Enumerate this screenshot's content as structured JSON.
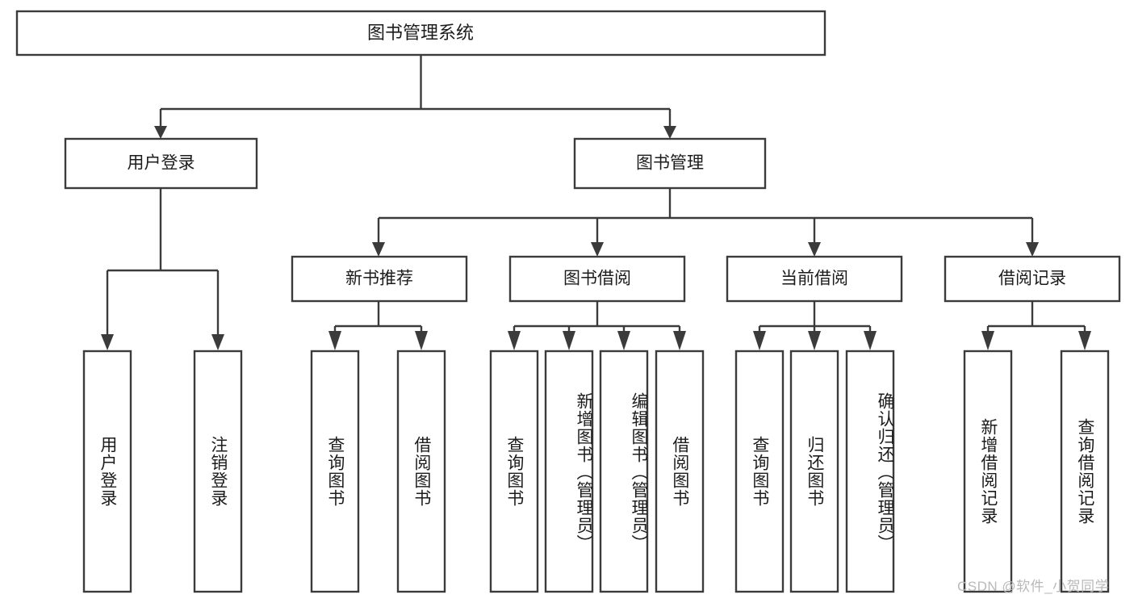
{
  "diagram": {
    "type": "tree-hierarchy",
    "title": "图书管理系统",
    "root": {
      "label": "图书管理系统",
      "children": [
        {
          "label": "用户登录",
          "children": [
            {
              "label": "用户登录"
            },
            {
              "label": "注销登录"
            }
          ]
        },
        {
          "label": "图书管理",
          "children": [
            {
              "label": "新书推荐",
              "children": [
                {
                  "label": "查询图书"
                },
                {
                  "label": "借阅图书"
                }
              ]
            },
            {
              "label": "图书借阅",
              "children": [
                {
                  "label": "查询图书"
                },
                {
                  "label": "新增图书（管理员）"
                },
                {
                  "label": "编辑图书（管理员）"
                },
                {
                  "label": "借阅图书"
                }
              ]
            },
            {
              "label": "当前借阅",
              "children": [
                {
                  "label": "查询图书"
                },
                {
                  "label": "归还图书"
                },
                {
                  "label": "确认归还（管理员）"
                }
              ]
            },
            {
              "label": "借阅记录",
              "children": [
                {
                  "label": "新增借阅记录"
                },
                {
                  "label": "查询借阅记录"
                }
              ]
            }
          ]
        }
      ]
    }
  },
  "nodes": {
    "root": "图书管理系统",
    "user_login": "用户登录",
    "book_manage": "图书管理",
    "new_book_rec": "新书推荐",
    "book_borrow": "图书借阅",
    "current_borrow": "当前借阅",
    "borrow_record": "借阅记录",
    "leaf_user_login": "用户登录",
    "leaf_logout": "注销登录",
    "leaf_query_book_a": "查询图书",
    "leaf_borrow_book_a": "借阅图书",
    "leaf_query_book_b": "查询图书",
    "leaf_add_book": "新增图书（管理员）",
    "leaf_edit_book": "编辑图书（管理员）",
    "leaf_borrow_book_b": "借阅图书",
    "leaf_query_book_c": "查询图书",
    "leaf_return_book": "归还图书",
    "leaf_confirm_return": "确认归还（管理员）",
    "leaf_add_record": "新增借阅记录",
    "leaf_query_record": "查询借阅记录"
  },
  "watermark": {
    "text": "CSDN @软件_小贺同学"
  },
  "colors": {
    "stroke": "#3b3b3b",
    "fill": "#ffffff",
    "text": "#1c1c1c",
    "watermark": "#b9b9b9",
    "background": "#ffffff"
  }
}
